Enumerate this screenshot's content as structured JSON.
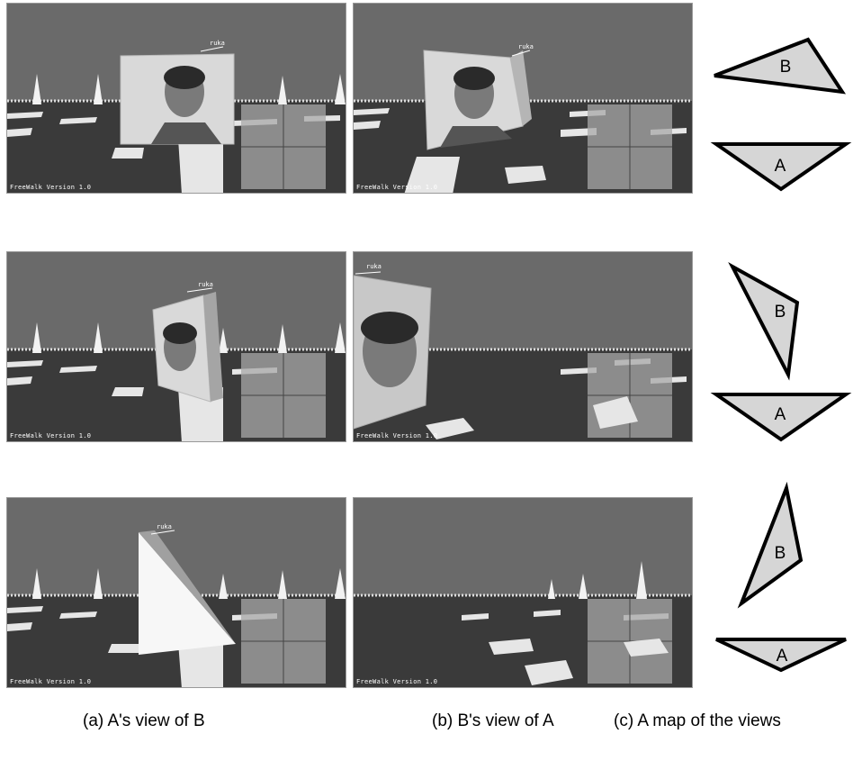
{
  "window_label": "FreeWalk Version 1.0",
  "avatar_name": "ruka",
  "map_labels": {
    "a": "A",
    "b": "B"
  },
  "captions": {
    "a": "(a) A's view of B",
    "b": "(b) B's view of A",
    "c": "(c) A map of the views"
  },
  "colors": {
    "sky": "#6a6a6a",
    "floor": "#3a3a3a",
    "tile": "#e6e6e6",
    "map_fill": "#d6d6d6"
  }
}
